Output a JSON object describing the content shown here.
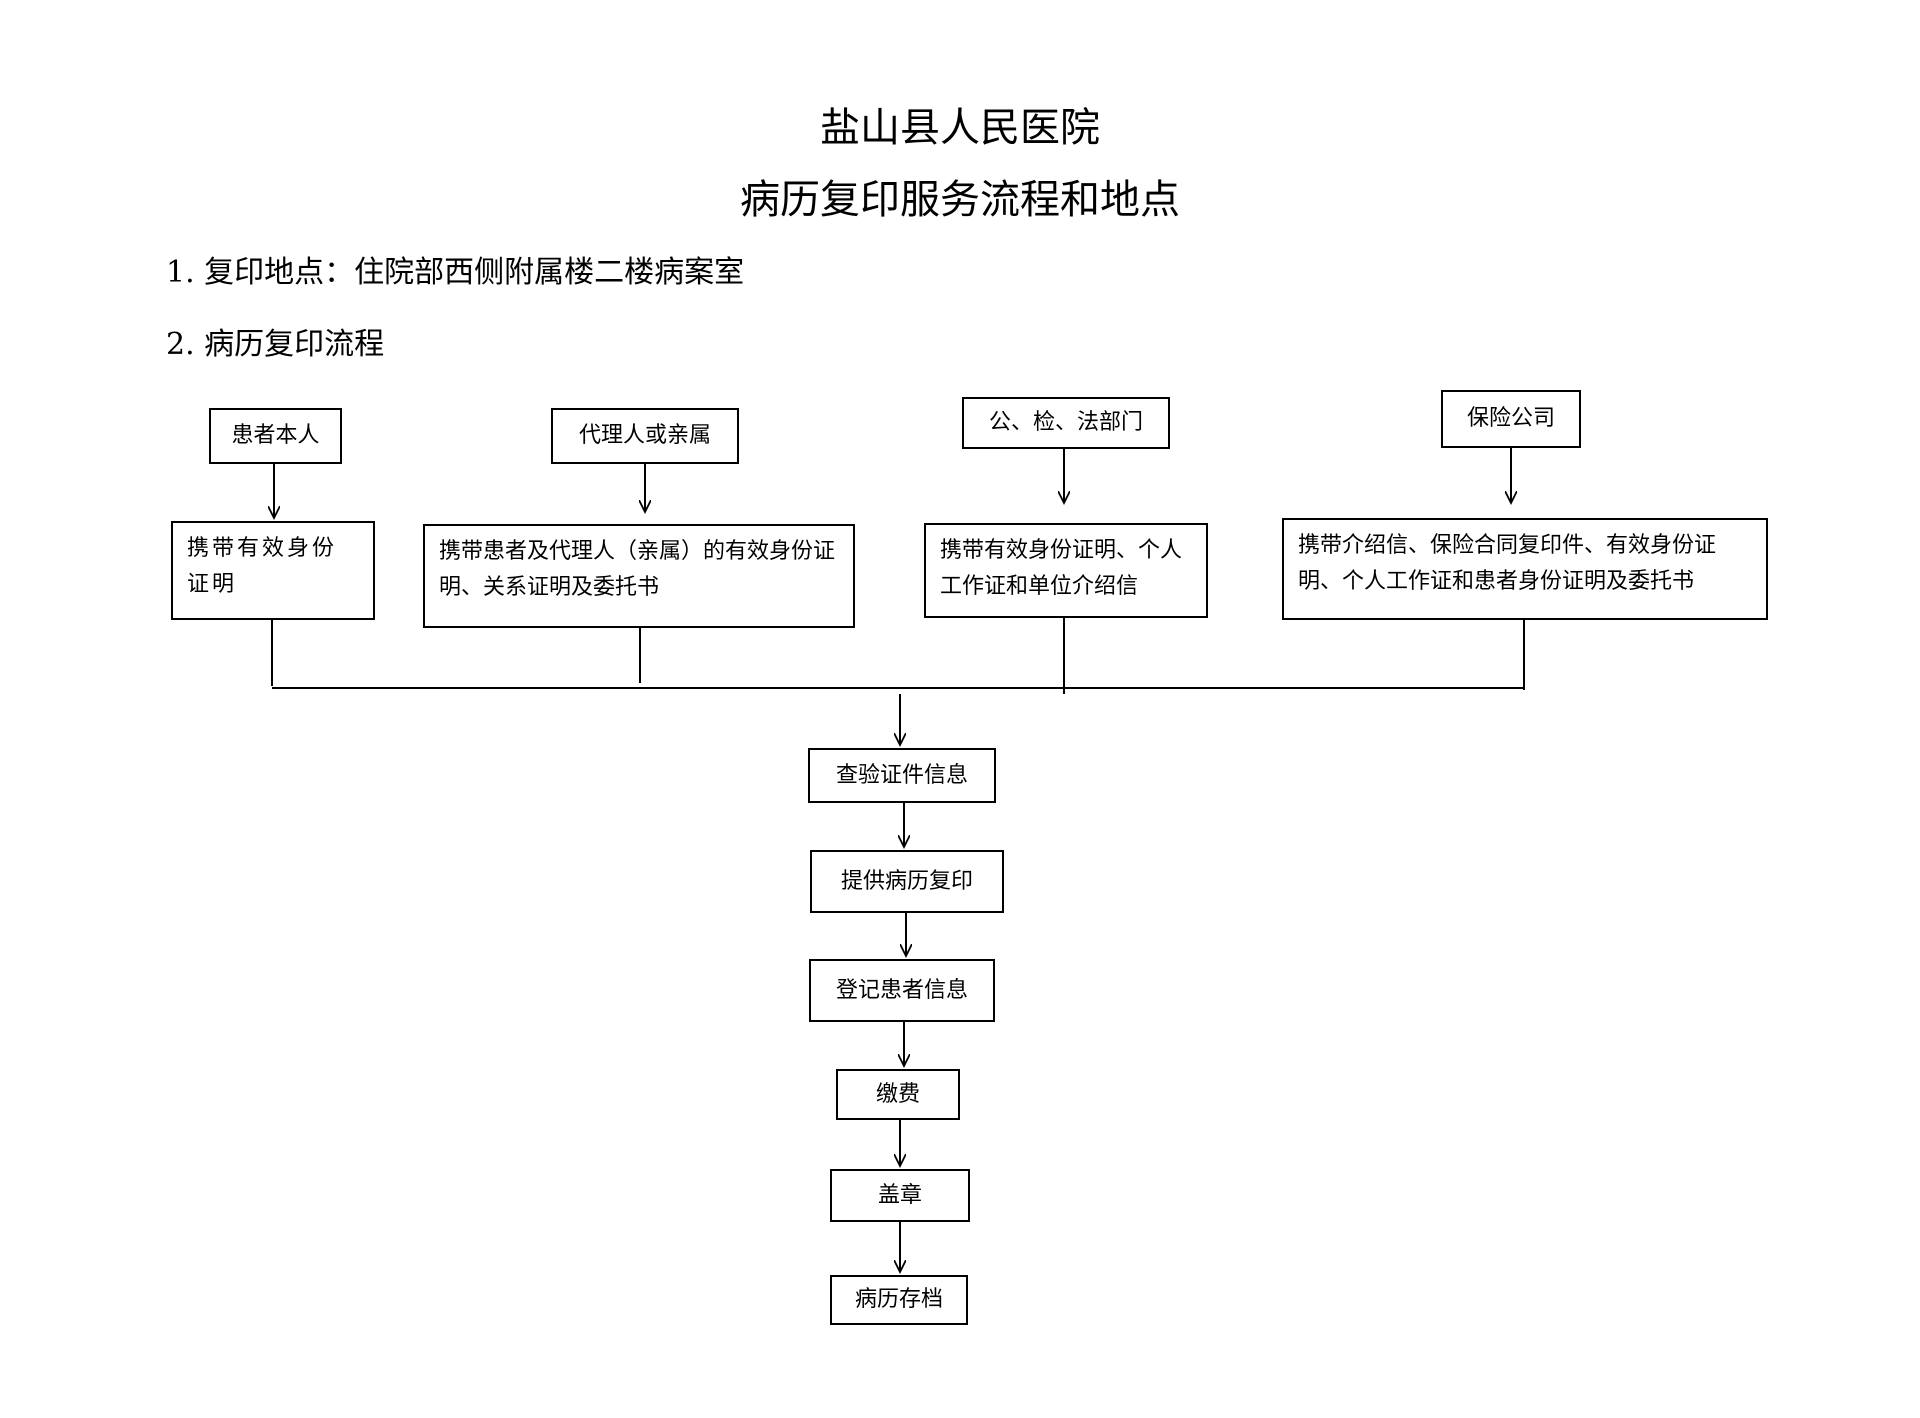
{
  "title": {
    "line1": "盐山县人民医院",
    "line2": "病历复印服务流程和地点"
  },
  "sections": {
    "location": "1. 复印地点：住院部西侧附属楼二楼病案室",
    "process": "2. 病历复印流程"
  },
  "applicants": [
    {
      "label": "患者本人",
      "requirement": "携带有效身份证明"
    },
    {
      "label": "代理人或亲属",
      "requirement": "携带患者及代理人（亲属）的有效身份证明、关系证明及委托书"
    },
    {
      "label": "公、检、法部门",
      "requirement": "携带有效身份证明、个人工作证和单位介绍信"
    },
    {
      "label": "保险公司",
      "requirement": "携带介绍信、保险合同复印件、有效身份证明、个人工作证和患者身份证明及委托书"
    }
  ],
  "steps": [
    "查验证件信息",
    "提供病历复印",
    "登记患者信息",
    "缴费",
    "盖章",
    "病历存档"
  ]
}
